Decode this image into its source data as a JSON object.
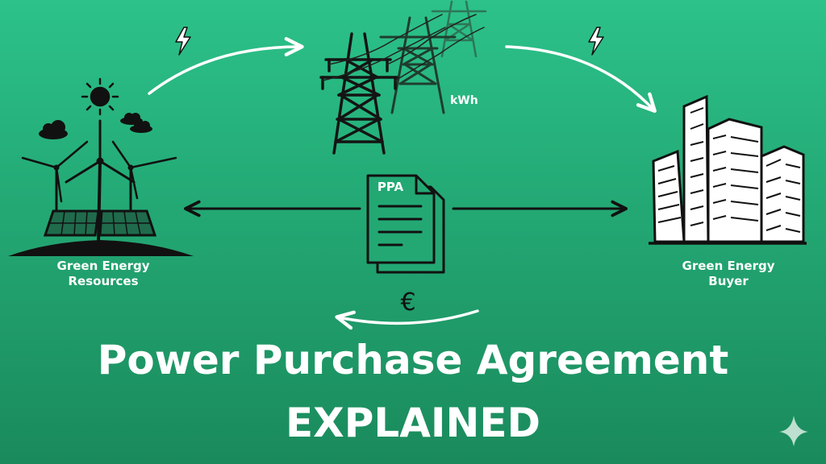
{
  "source": {
    "label": "Green Energy\nResources"
  },
  "buyer": {
    "label": "Green Energy\nBuyer"
  },
  "grid": {
    "unit": "kWh"
  },
  "contract": {
    "label": "PPA"
  },
  "payment": {
    "symbol": "€"
  },
  "title": "Power Purchase Agreement",
  "subtitle": "EXPLAINED",
  "icons": {
    "energy": "lightning-icon",
    "sparkle": "sparkle-icon"
  },
  "colors": {
    "background_top": "#2cc28a",
    "background_bottom": "#1a8a5c",
    "ink": "#111111",
    "arrow": "#ffffff"
  }
}
